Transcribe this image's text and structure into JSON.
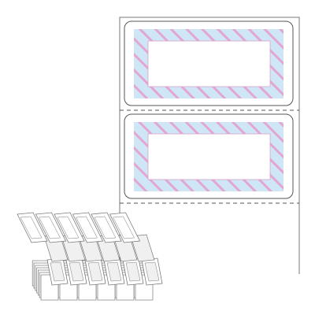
{
  "colors": {
    "stripe_pink": "#e3a6d2",
    "stripe_blue": "#cfe6f6",
    "outline": "#7a7a7a",
    "paper": "#ffffff",
    "stack_fill": "#f0f0f0"
  },
  "sheet": {
    "label_count": 2,
    "perforation": "dashed"
  },
  "stack": {
    "top_row_count": 6,
    "bottom_row_count": 6
  }
}
